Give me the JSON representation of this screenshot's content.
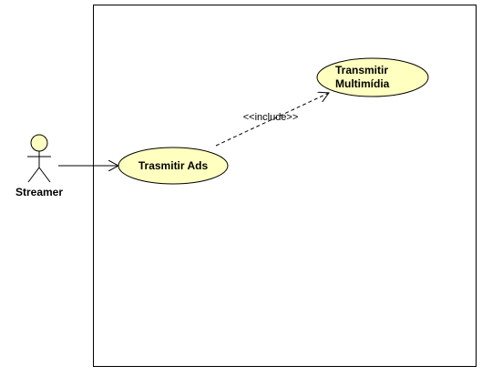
{
  "diagram": {
    "type": "uml-use-case",
    "colors": {
      "background": "#ffffff",
      "stroke": "#000000",
      "use_case_fill": "#ffffc0",
      "actor_fill": "#ffffc0"
    },
    "actor": {
      "name": "Streamer"
    },
    "use_cases": [
      {
        "label_lines": [
          "Trasmitir Ads"
        ]
      },
      {
        "label_lines": [
          "Transmitir",
          "Multimídia"
        ]
      }
    ],
    "relations": [
      {
        "kind": "association",
        "from": "Streamer",
        "to": "Trasmitir Ads"
      },
      {
        "kind": "include",
        "from": "Trasmitir Ads",
        "to": "Transmitir Multimídia",
        "label": "<<include>>"
      }
    ]
  }
}
